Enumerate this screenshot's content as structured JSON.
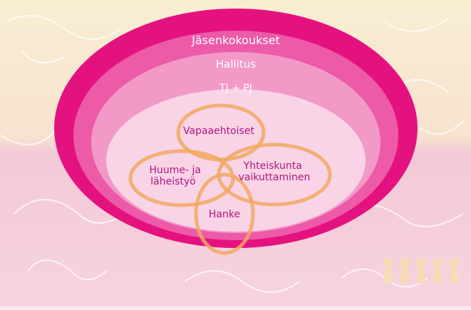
{
  "diagram": {
    "layers": [
      {
        "label": "Jäsenkokoukset",
        "color": "#e4127f"
      },
      {
        "label": "Hallitus",
        "color": "#ec5aa8"
      },
      {
        "label": "TJ + PJ",
        "color": "#f299c8"
      }
    ],
    "core_color": "#f9d4e6",
    "ring_color": "#f2a860",
    "label_color": "#b4157f",
    "circles": [
      {
        "label": "Vapaaehtoiset"
      },
      {
        "label_lines": [
          "Huume- ja",
          "läheistyö"
        ]
      },
      {
        "label_lines": [
          "Yhteiskunta",
          "vaikuttaminen"
        ]
      },
      {
        "label": "Hanke"
      }
    ]
  },
  "background": {
    "top_color": "#f8eed2",
    "bottom_color": "#f4c9d9"
  }
}
